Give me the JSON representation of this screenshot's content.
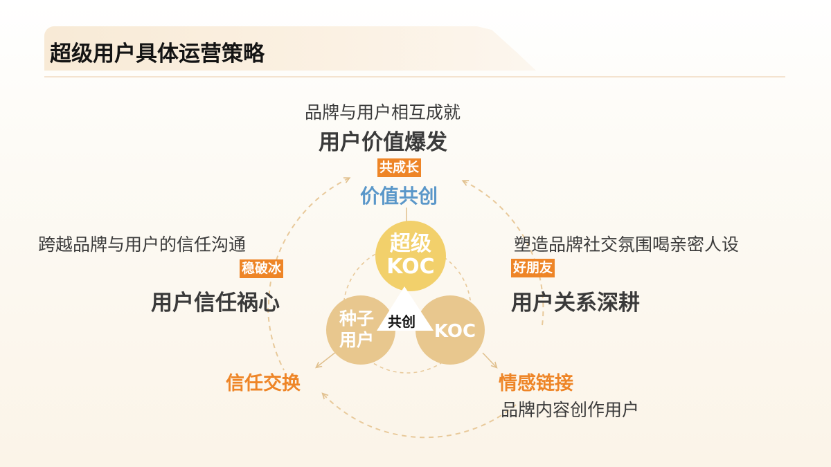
{
  "header": {
    "title": "超级用户具体运营策略"
  },
  "top": {
    "subtitle": "品牌与用户相互成就",
    "title": "用户价值爆发",
    "tag": "共成长",
    "stage": "价值共创"
  },
  "left": {
    "subtitle": "跨越品牌与用户的信任沟通",
    "tag": "稳破冰",
    "title": "用户信任祸心",
    "stage": "信任交换"
  },
  "right": {
    "subtitle": "塑造品牌社交氛围喝亲密人设",
    "tag": "好朋友",
    "title": "用户关系深耕",
    "stage": "情感链接",
    "caption": "品牌内容创作用户"
  },
  "center": {
    "super_koc_line1": "超级",
    "super_koc_line2": "KOC",
    "seed_user_line1": "种子",
    "seed_user_line2": "用户",
    "koc": "KOC",
    "co_create": "共创"
  },
  "colors": {
    "accent_orange": "#ee8527",
    "stage_blue": "#5a97c9",
    "super_koc_yellow": "#f2d06b",
    "circle_tan": "#e8c78e",
    "dashed_line": "#e8c99a",
    "text_dark": "#3a3a3a"
  }
}
